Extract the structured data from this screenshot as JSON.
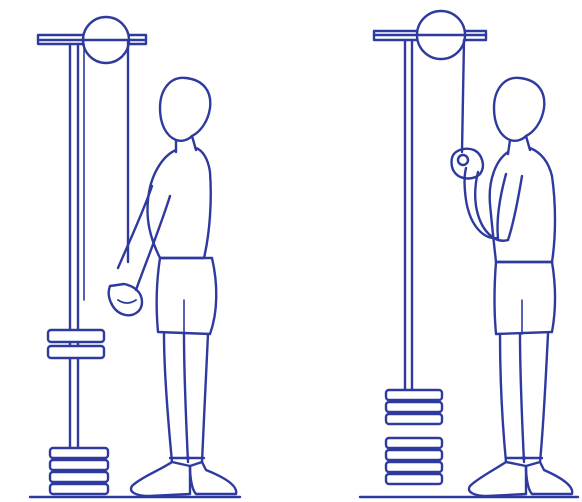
{
  "illustration": {
    "subject": "cable-curl-exercise",
    "panels": [
      "start-position",
      "end-position"
    ],
    "colors": {
      "ink": "#2f3a9e",
      "paper": "#ffffff"
    }
  }
}
